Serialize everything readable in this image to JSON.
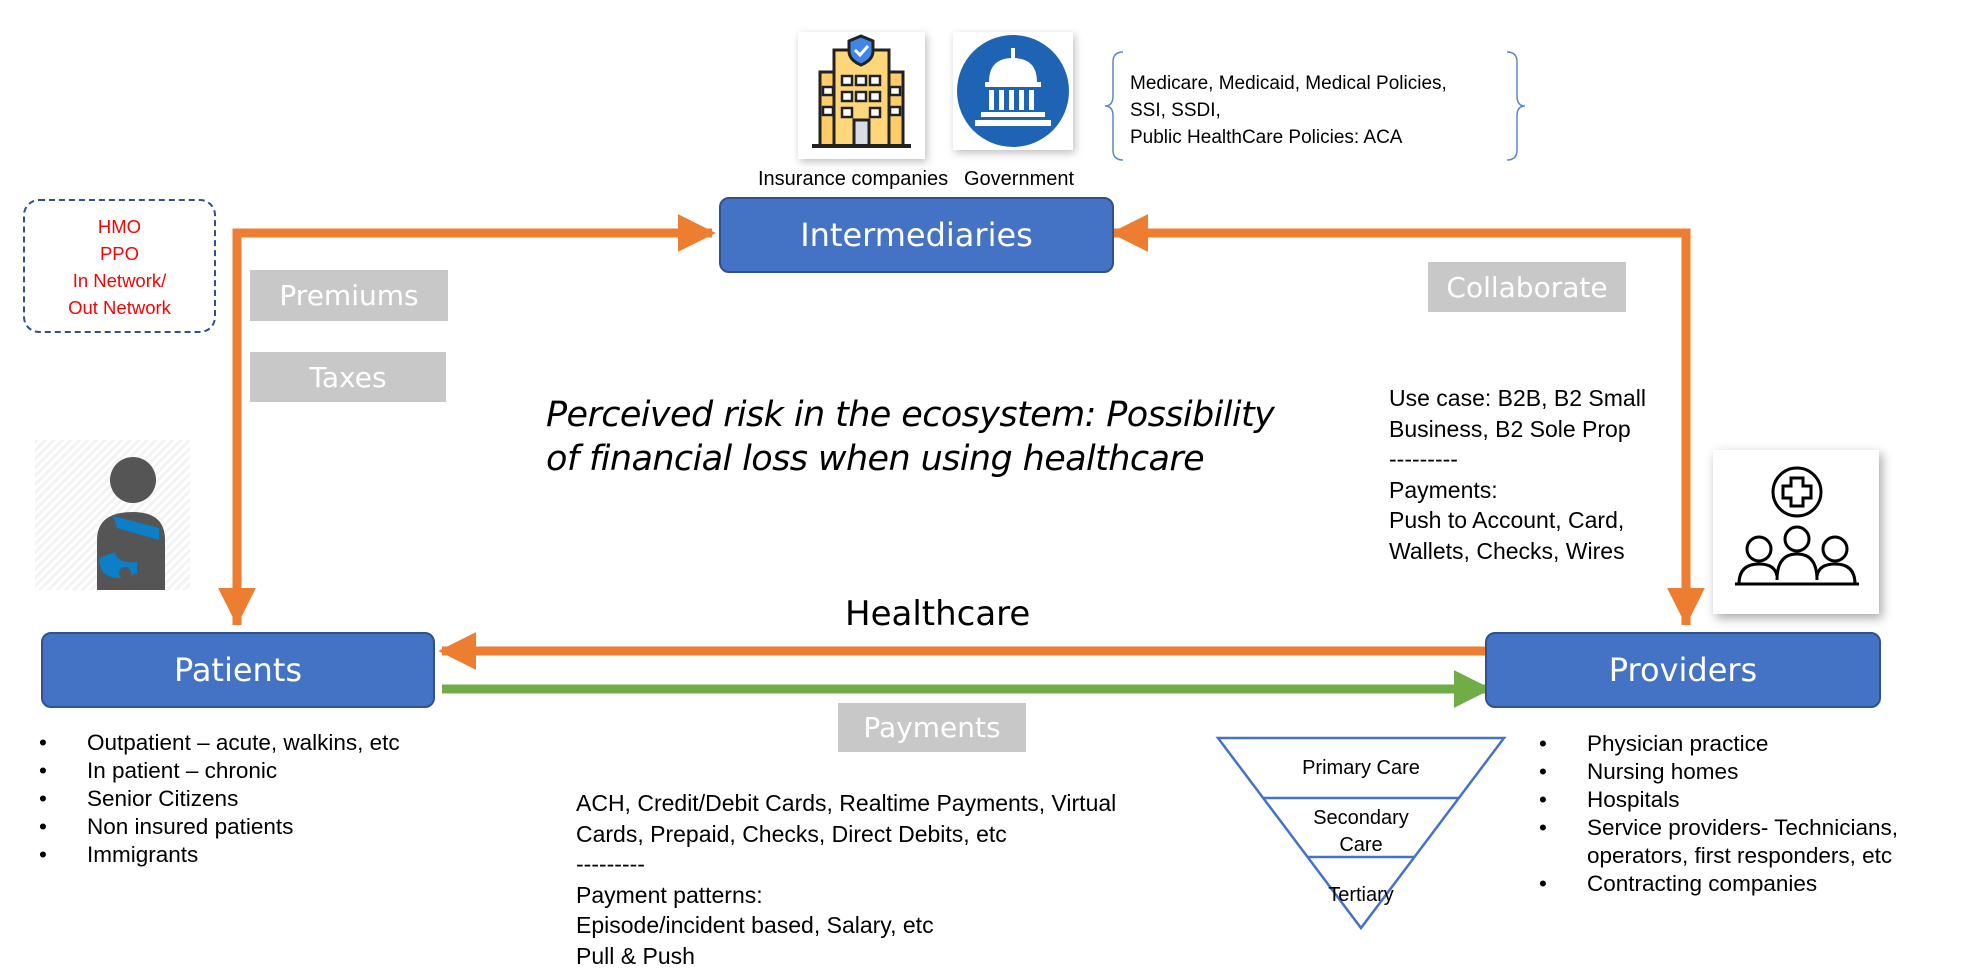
{
  "top": {
    "insurance_label": "Insurance companies",
    "government_label": "Government",
    "brace_lines": [
      "Medicare, Medicaid, Medical Policies,",
      "SSI, SSDI,",
      "Public HealthCare Policies: ACA"
    ]
  },
  "plan_box": {
    "lines": [
      "HMO",
      "PPO",
      "In Network/",
      "Out Network"
    ],
    "color": "#ff0000"
  },
  "nodes": {
    "intermediaries": "Intermediaries",
    "patients": "Patients",
    "providers": "Providers"
  },
  "labels": {
    "premiums": "Premiums",
    "taxes": "Taxes",
    "collaborate": "Collaborate",
    "healthcare": "Healthcare",
    "payments": "Payments"
  },
  "risk_text": [
    "Perceived risk in the ecosystem: Possibility",
    "of financial loss when using healthcare"
  ],
  "use_case": [
    "Use case: B2B, B2 Small",
    "Business, B2 Sole Prop",
    "---------",
    "Payments:",
    "Push to Account, Card,",
    "Wallets, Checks, Wires"
  ],
  "patients_list": [
    "Outpatient – acute, walkins, etc",
    "In patient – chronic",
    "Senior Citizens",
    "Non insured patients",
    "Immigrants"
  ],
  "payments_detail": [
    "ACH, Credit/Debit Cards, Realtime Payments, Virtual",
    "Cards, Prepaid, Checks, Direct Debits, etc",
    "---------",
    "Payment patterns:",
    "Episode/incident based, Salary, etc",
    "Pull & Push"
  ],
  "care_levels": {
    "primary": "Primary Care",
    "secondary_1": "Secondary",
    "secondary_2": "Care",
    "tertiary": "Tertiary"
  },
  "providers_list": [
    [
      "Physician practice"
    ],
    [
      "Nursing homes"
    ],
    [
      "Hospitals"
    ],
    [
      "Service providers- Technicians,",
      "operators, first responders, etc"
    ],
    [
      "Contracting companies"
    ]
  ],
  "colors": {
    "node_fill": "#4472c4",
    "arrow_orange": "#ed7d31",
    "arrow_green": "#70ad47",
    "label_gray": "#c8c8c8",
    "dashed_border": "#2f528f",
    "government_blue": "#1f64b4"
  },
  "icons": [
    "insurance-building-icon",
    "capitol-dome-icon",
    "injured-patient-icon",
    "medical-group-icon"
  ]
}
